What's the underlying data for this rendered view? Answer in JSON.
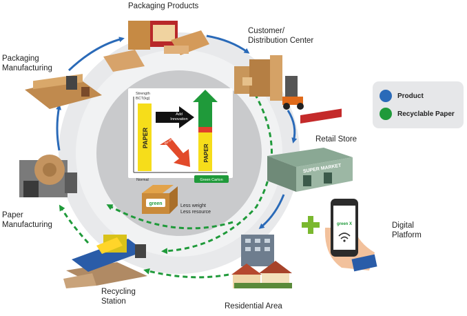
{
  "nodes": {
    "packaging_products": "Packaging Products",
    "customer_distribution": [
      "Customer/",
      "Distribution Center"
    ],
    "retail_store": "Retail Store",
    "digital_platform": [
      "Digital",
      "Platform"
    ],
    "residential_area": "Residential Area",
    "recycling_station": [
      "Recycling",
      "Station"
    ],
    "paper_manufacturing": [
      "Paper",
      "Manufacturing"
    ],
    "packaging_manufacturing": [
      "Packaging",
      "Manufacturing"
    ]
  },
  "legend": {
    "product": {
      "label": "Product",
      "color": "#2a6ab8"
    },
    "recyclable_paper": {
      "label": "Recyclable Paper",
      "color": "#1f9a3a"
    }
  },
  "center": {
    "y_axis_label": [
      "Strength",
      "BCT(kg)"
    ],
    "x_axis_label": "Normal",
    "bar_left_label": "PAPER",
    "bar_right_label": "PAPER",
    "arrow_black_label": [
      "Add",
      "Innovation"
    ],
    "arrow_red_label": "Re-design",
    "green_carton_label": "Green Carton",
    "box_brand": "green",
    "benefits": [
      "Less weight",
      "Less resource"
    ]
  },
  "store_sign": "SUPER MARKET",
  "phone_brand": "green X"
}
